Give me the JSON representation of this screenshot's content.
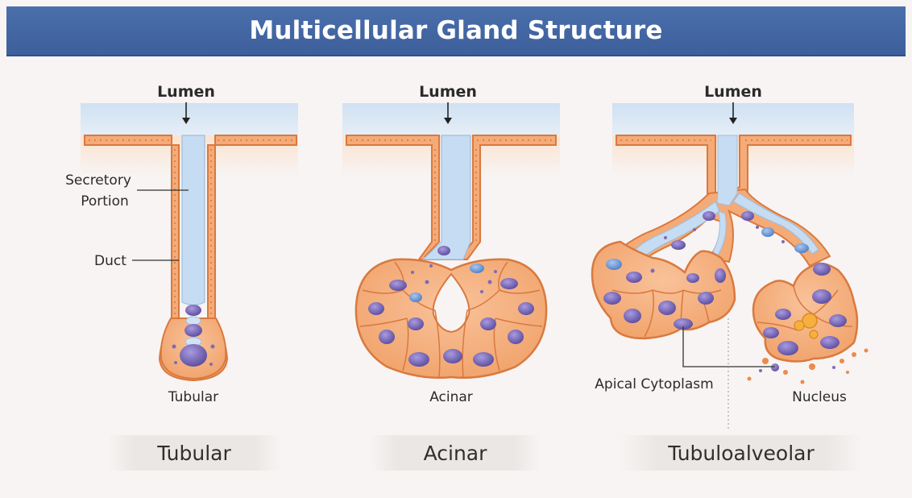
{
  "title": "Multicellular Gland Structure",
  "panels": [
    {
      "lumen_label": "Lumen",
      "caption": "Tubular",
      "footer": "Tubular",
      "annotations": {
        "secretory_line1": "Secretory",
        "secretory_line2": "Portion",
        "duct": "Duct"
      }
    },
    {
      "lumen_label": "Lumen",
      "caption": "Acinar",
      "footer": "Acinar"
    },
    {
      "lumen_label": "Lumen",
      "caption": "",
      "footer": "Tubuloalveolar",
      "annotations": {
        "apical": "Apical Cytoplasm",
        "nucleus": "Nucleus"
      }
    }
  ],
  "colors": {
    "title_bar": "#4267a6",
    "tissue": "#f2a46c",
    "tissue_outline": "#d9793f",
    "lumen": "#c9ddf1",
    "nucleus": "#6b5bab",
    "nucleus_blue": "#5f8fd1"
  }
}
